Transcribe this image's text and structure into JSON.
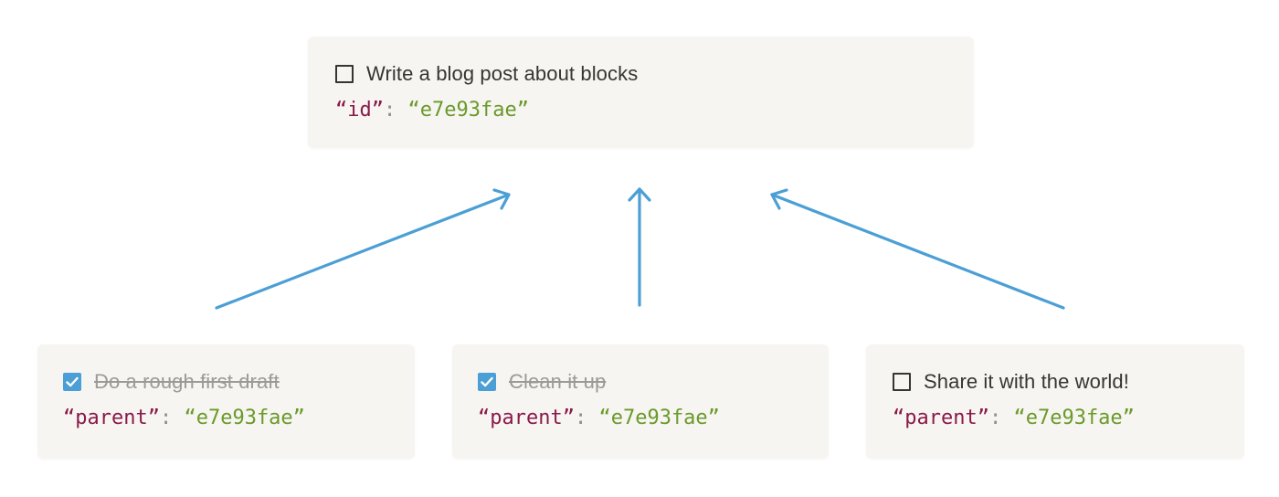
{
  "parent_block": {
    "todo_text": "Write a blog post about blocks",
    "checked": false,
    "key": "“id”",
    "colon": ":",
    "value": "“e7e93fae”"
  },
  "child_blocks": [
    {
      "todo_text": "Do a rough first draft",
      "checked": true,
      "key": "“parent”",
      "colon": ":",
      "value": "“e7e93fae”"
    },
    {
      "todo_text": "Clean it up",
      "checked": true,
      "key": "“parent”",
      "colon": ":",
      "value": "“e7e93fae”"
    },
    {
      "todo_text": "Share it with the world!",
      "checked": false,
      "key": "“parent”",
      "colon": ":",
      "value": "“e7e93fae”"
    }
  ],
  "colors": {
    "arrow": "#4b9fd5",
    "card_bg": "#f7f5f2",
    "key": "#8a1a4a",
    "value": "#6a9a2a",
    "checkbox_checked": "#4b9fd5"
  }
}
